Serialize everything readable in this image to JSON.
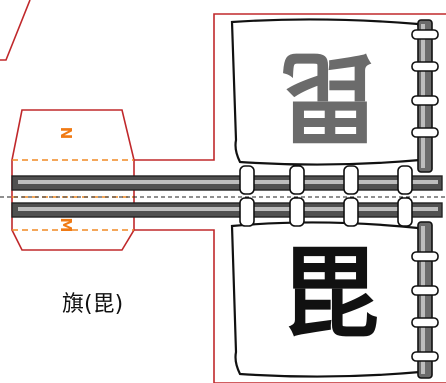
{
  "diagram": {
    "caption": "旗(毘)",
    "flag_character": "毘",
    "magnet_pole_top": "N",
    "magnet_pole_bottom": "M",
    "colors": {
      "outline_red": "#c0282b",
      "pole_dark": "#505050",
      "pole_light": "#bdbdbd",
      "dashed_orange": "#f08a24",
      "letter_orange": "#f07a14",
      "cloth": "#ffffff",
      "ink_black": "#111111",
      "ink_gray": "#6b6b6b"
    }
  }
}
